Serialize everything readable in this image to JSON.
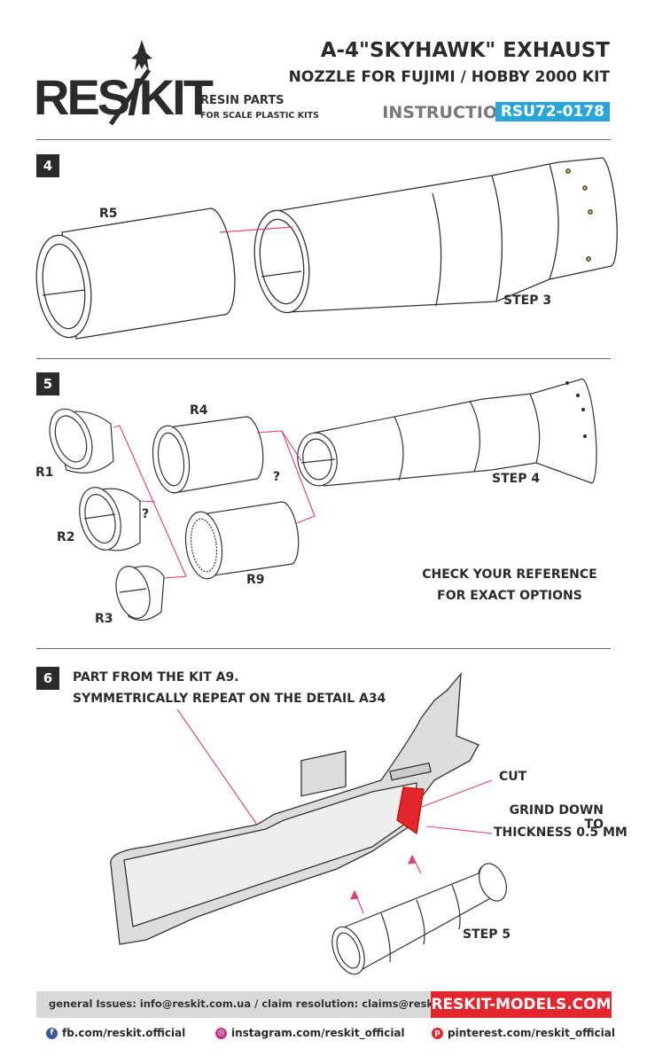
{
  "header": {
    "logo": "RES/KIT",
    "tagline_1": "RESIN PARTS",
    "tagline_2": "FOR SCALE PLASTIC KITS",
    "title_1": "A-4\"SKYHAWK\" EXHAUST",
    "title_2": "NOZZLE FOR FUJIMI / HOBBY 2000 KIT",
    "instruction": "INSTRUCTION",
    "code": "RSU72-0178"
  },
  "step4": {
    "number": "4",
    "part": "R5",
    "step_ref": "STEP 3"
  },
  "step5": {
    "number": "5",
    "parts": {
      "r1": "R1",
      "r2": "R2",
      "r3": "R3",
      "r4": "R4",
      "r9": "R9"
    },
    "question_1": "?",
    "question_2": "?",
    "step_ref": "STEP 4",
    "note_1": "CHECK YOUR REFERENCE",
    "note_2": "FOR EXACT OPTIONS"
  },
  "step6": {
    "number": "6",
    "text_1": "PART FROM THE KIT A9.",
    "text_2": "SYMMETRICALLY REPEAT ON THE DETAIL A34",
    "cut": "CUT",
    "grind_1": "GRIND DOWN TO",
    "grind_2": "THICKNESS 0.5 MM",
    "step_ref": "STEP 5"
  },
  "footer": {
    "contacts": "general Issues: info@reskit.com.ua / claim resolution: claims@reskit.com.ua",
    "website": "RESKIT-MODELS.COM",
    "facebook": "fb.com/reskit.official",
    "instagram": "instagram.com/reskit_official",
    "pinterest": "pinterest.com/reskit_official"
  },
  "colors": {
    "accent_blue": "#2aa5d8",
    "accent_red": "#e3262e",
    "line_pink": "#d9417a",
    "dark": "#2b2b2b"
  }
}
